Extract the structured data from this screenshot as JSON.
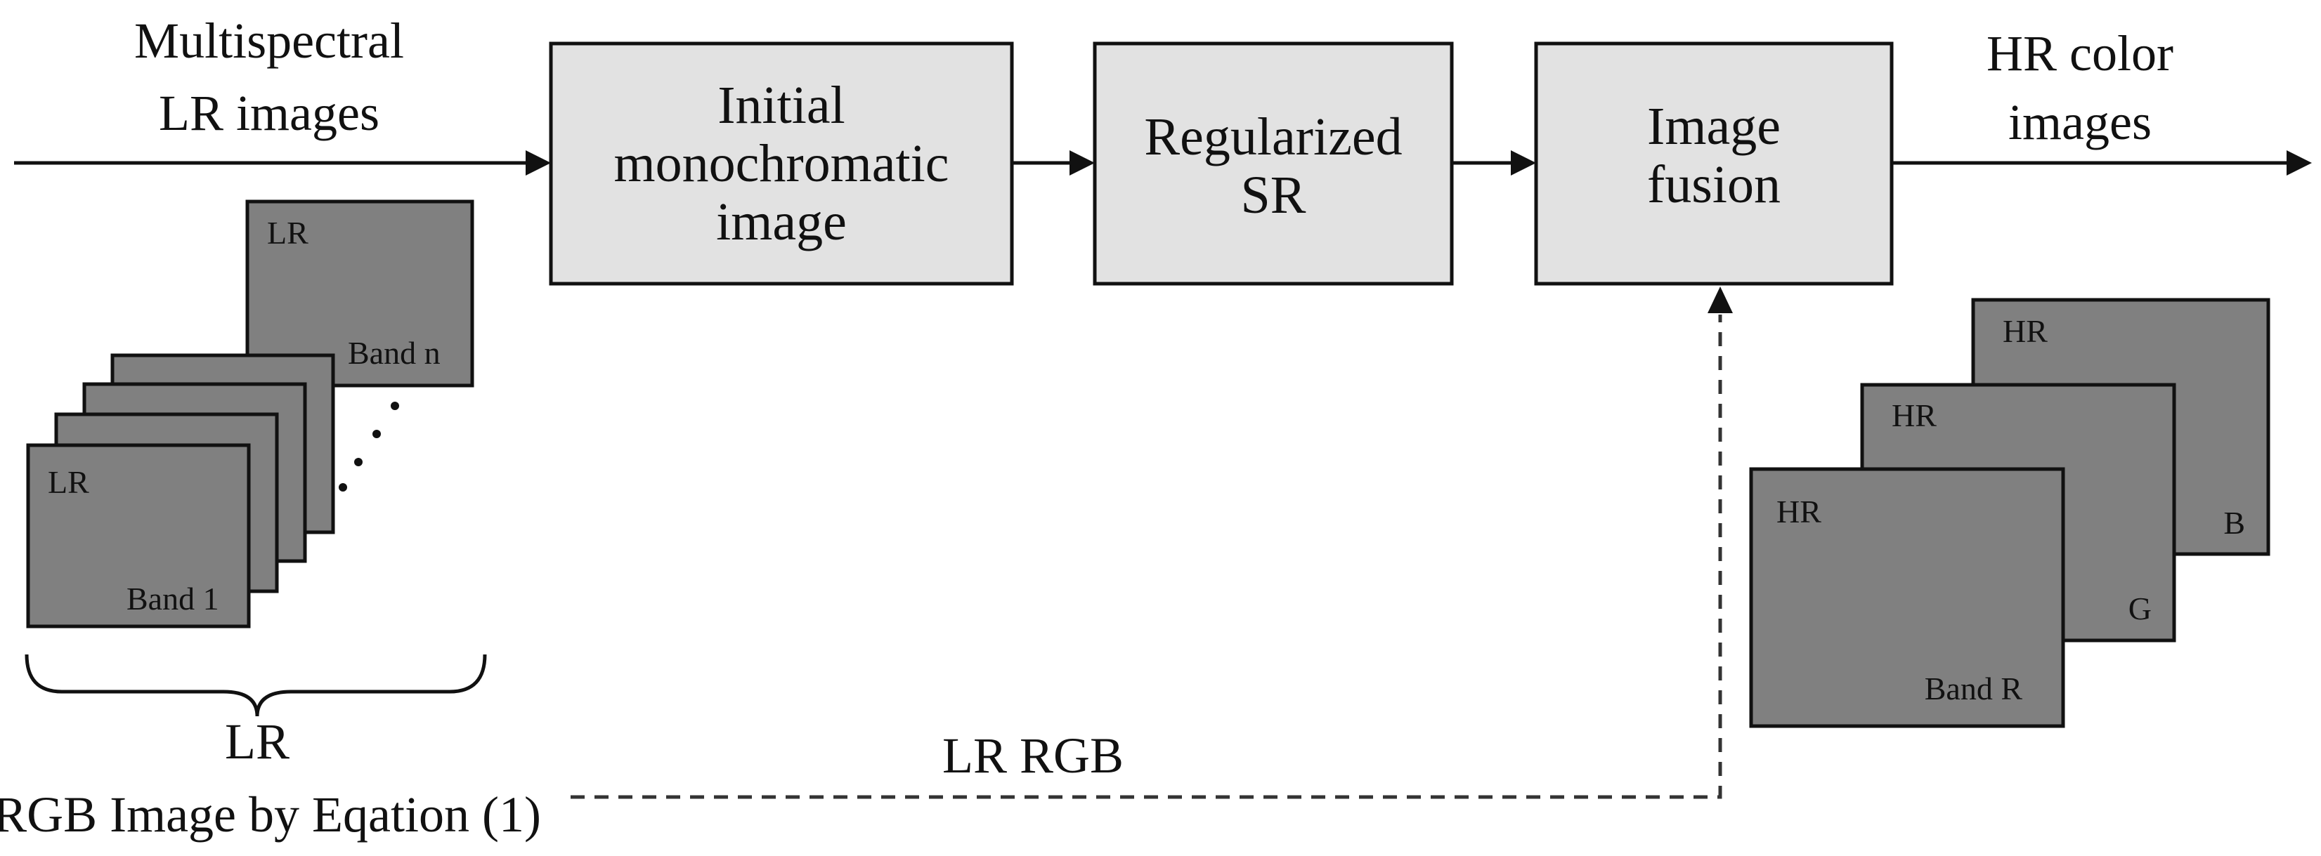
{
  "input": {
    "title_line1": "Multispectral",
    "title_line2": "LR images"
  },
  "output": {
    "title_line1": "HR color",
    "title_line2": "images"
  },
  "blocks": [
    {
      "lines": [
        "Initial",
        "monochromatic",
        "image"
      ]
    },
    {
      "lines": [
        "Regularized",
        "SR"
      ]
    },
    {
      "lines": [
        "Image",
        "fusion"
      ]
    }
  ],
  "lr_stack": {
    "top_label": "LR",
    "back_band": "Band n",
    "front_label": "LR",
    "front_band": "Band 1",
    "ellipsis": "..."
  },
  "brace_caption": {
    "line1": "LR",
    "line2": "RGB Image by Eqation (1)"
  },
  "feedback": {
    "label": "LR RGB"
  },
  "hr_stack": {
    "layers": [
      {
        "top": "HR",
        "band": "B"
      },
      {
        "top": "HR",
        "band": "G"
      },
      {
        "top": "HR",
        "band": "Band R"
      }
    ]
  }
}
